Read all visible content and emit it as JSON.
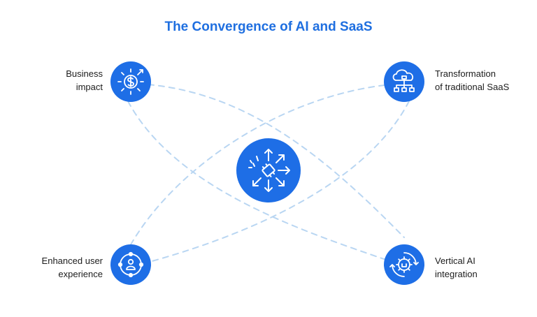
{
  "title": "The Convergence of AI and SaaS",
  "colors": {
    "accent": "#1f6fe0",
    "circle": "#1e6ee6",
    "dash": "#b9d6f2",
    "text": "#1c1c1c"
  },
  "nodes": [
    {
      "id": "business-impact",
      "label": "Business\nimpact",
      "icon": "dollar-gear-icon"
    },
    {
      "id": "transformation",
      "label": "Transformation\nof traditional SaaS",
      "icon": "cloud-network-icon"
    },
    {
      "id": "enhanced-ux",
      "label": "Enhanced user\nexperience",
      "icon": "user-lock-icon"
    },
    {
      "id": "vertical-ai",
      "label": "Vertical AI\nintegration",
      "icon": "gear-cycle-icon"
    }
  ],
  "center_icon": "ai-chip-arrows-icon"
}
